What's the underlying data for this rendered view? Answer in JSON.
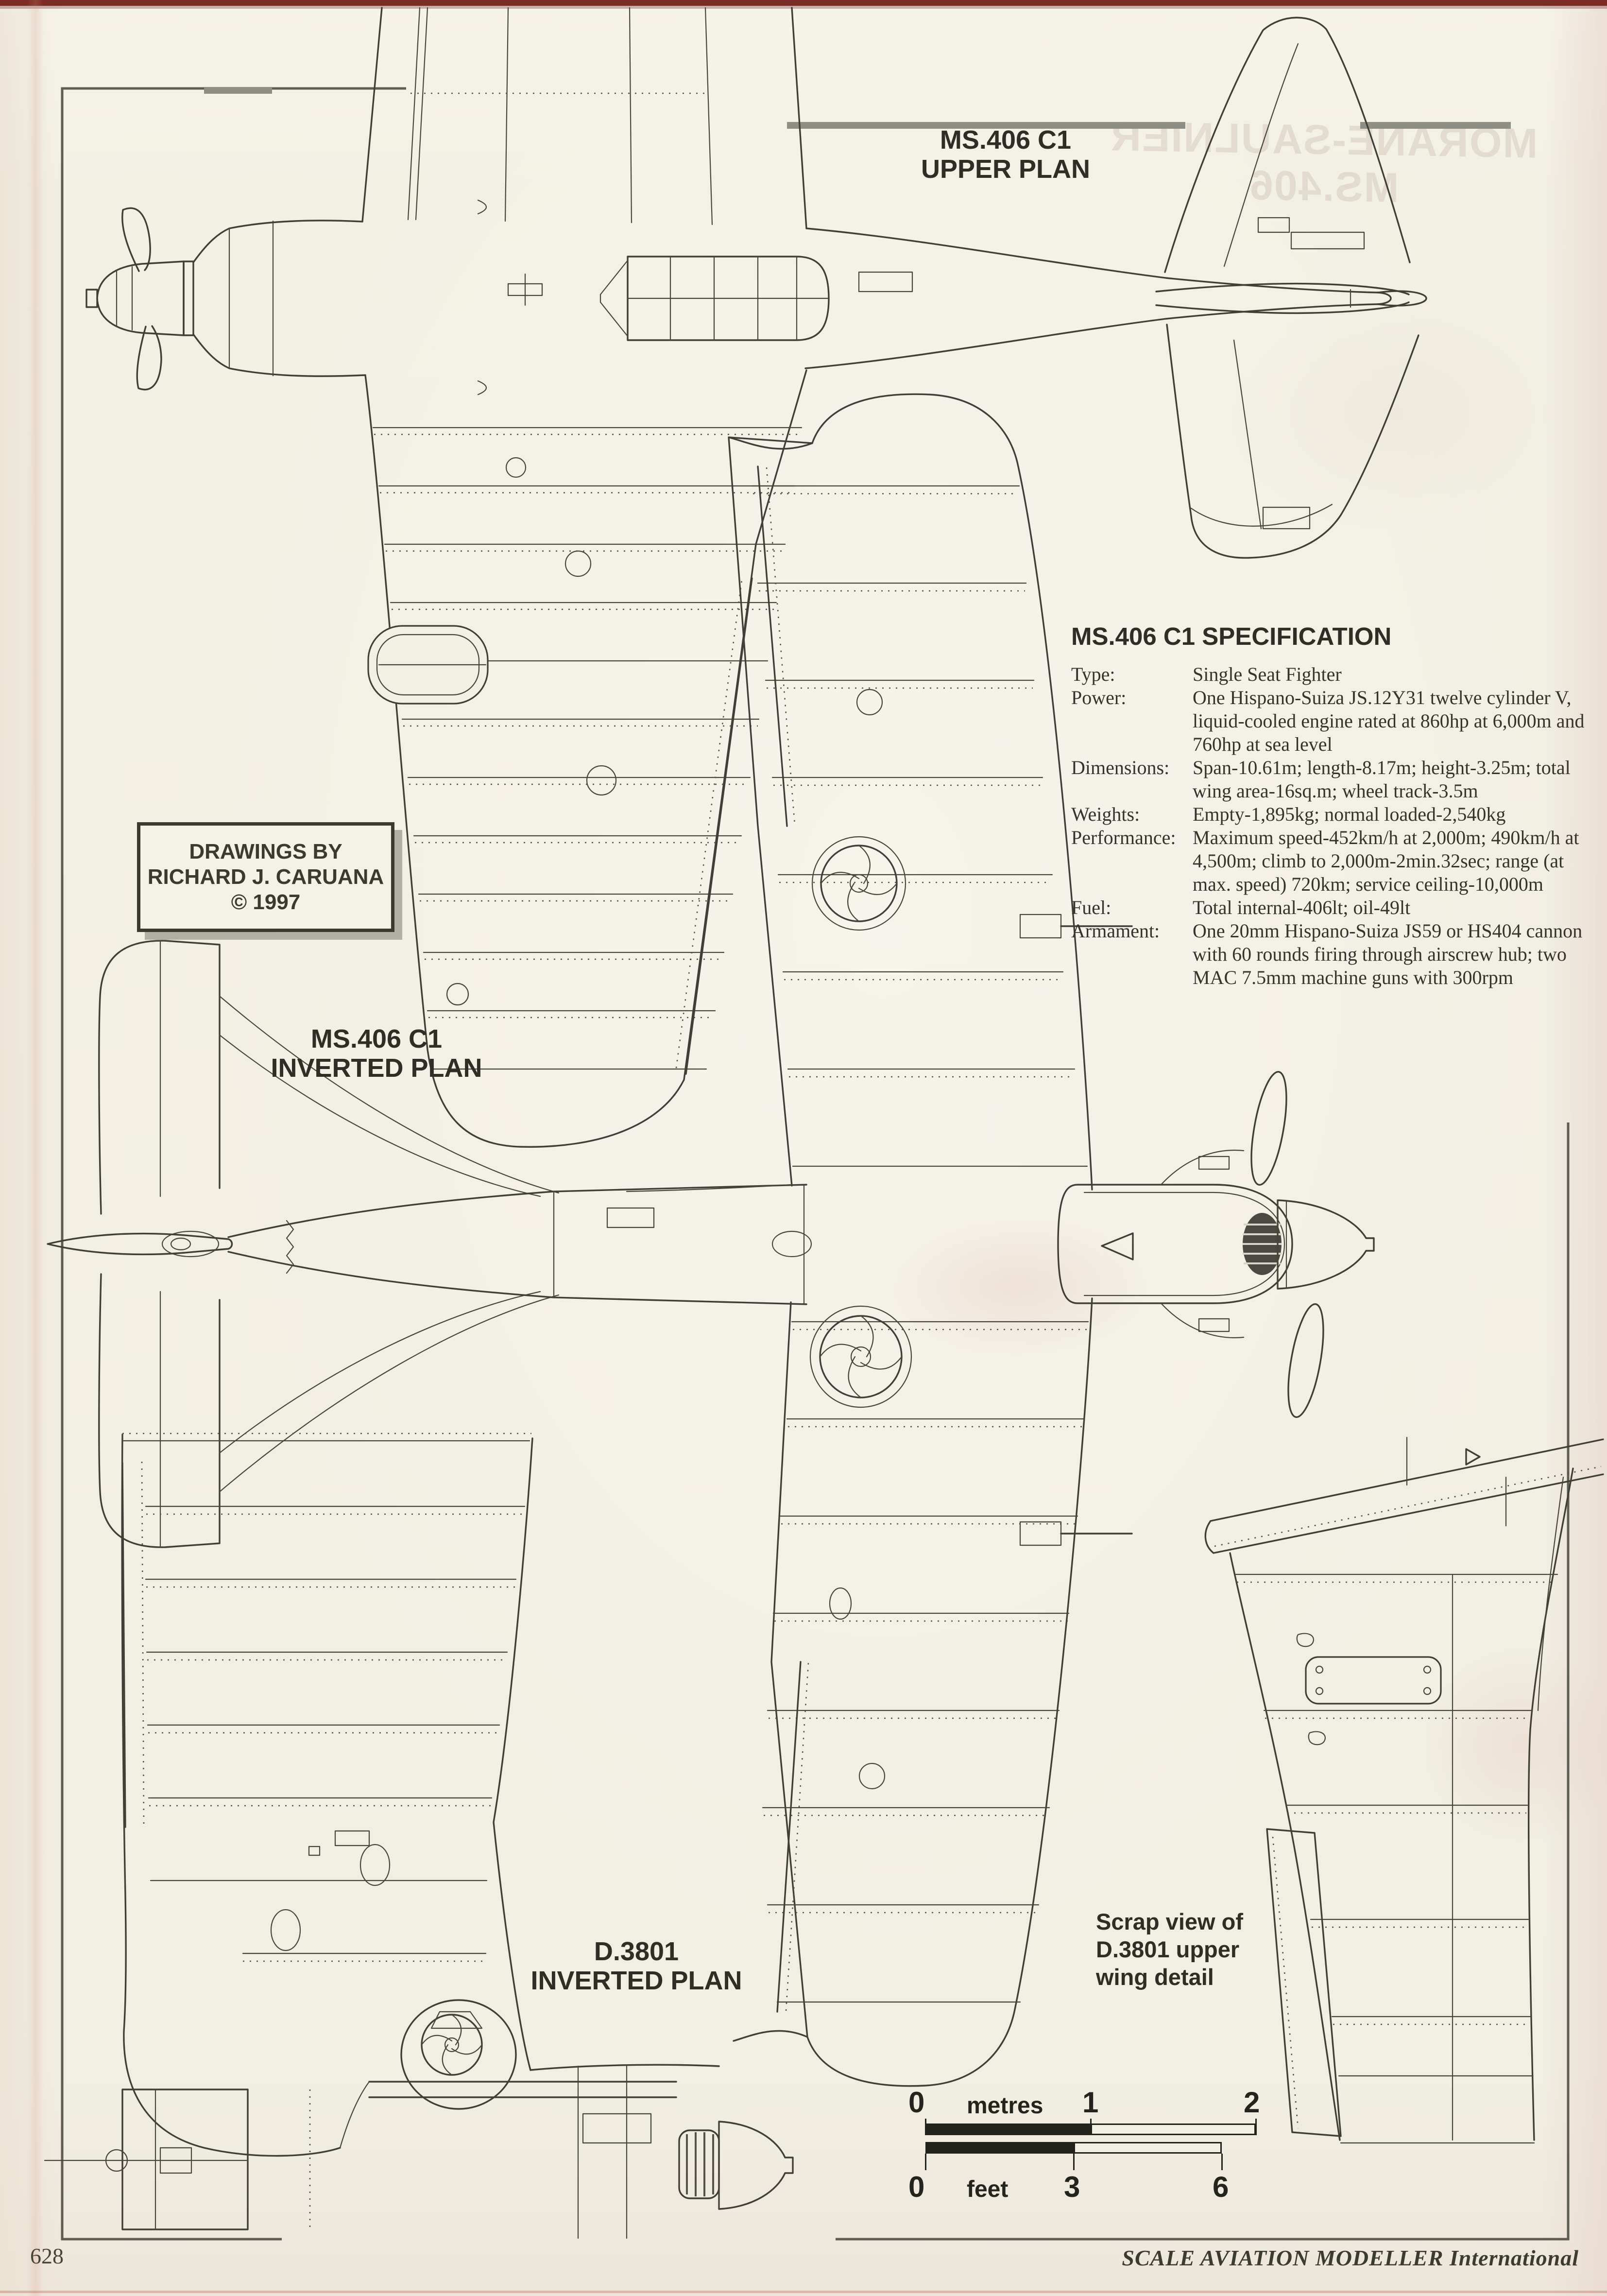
{
  "page": {
    "number": "628",
    "footer_right": "SCALE AVIATION MODELLER International"
  },
  "captions": {
    "upper_plan_1": "MS.406 C1",
    "upper_plan_2": "UPPER PLAN",
    "inverted_plan_1": "MS.406 C1",
    "inverted_plan_2": "INVERTED PLAN",
    "d3801_1": "D.3801",
    "d3801_2": "INVERTED PLAN",
    "scrap_1": "Scrap view of",
    "scrap_2": "D.3801 upper",
    "scrap_3": "wing detail"
  },
  "credit": {
    "line1": "DRAWINGS BY",
    "line2": "RICHARD J. CARUANA",
    "line3": "© 1997"
  },
  "specification": {
    "title": "MS.406 C1 SPECIFICATION",
    "rows": [
      {
        "label": "Type:",
        "value": "Single Seat Fighter"
      },
      {
        "label": "Power:",
        "value": "One Hispano-Suiza JS.12Y31 twelve cylinder V, liquid-cooled engine rated at 860hp at 6,000m and 760hp at sea level"
      },
      {
        "label": "Dimensions:",
        "value": "Span-10.61m; length-8.17m; height-3.25m; total wing area-16sq.m; wheel track-3.5m"
      },
      {
        "label": "Weights:",
        "value": "Empty-1,895kg; normal loaded-2,540kg"
      },
      {
        "label": "Performance:",
        "value": "Maximum speed-452km/h at 2,000m; 490km/h at 4,500m; climb to 2,000m-2min.32sec; range (at max. speed) 720km; service ceiling-10,000m"
      },
      {
        "label": "Fuel:",
        "value": "Total internal-406lt; oil-49lt"
      },
      {
        "label": "Armament:",
        "value": "One 20mm Hispano-Suiza JS59 or HS404 cannon with 60 rounds firing through airscrew hub; two MAC 7.5mm machine guns with 300rpm"
      }
    ]
  },
  "scale_bar": {
    "metres_label": "metres",
    "feet_label": "feet",
    "metres_ticks": [
      "0",
      "1",
      "2"
    ],
    "feet_ticks": [
      "0",
      "3",
      "6"
    ]
  },
  "bleed_through": {
    "text": "MORANE-SAULNIER MS.406"
  }
}
